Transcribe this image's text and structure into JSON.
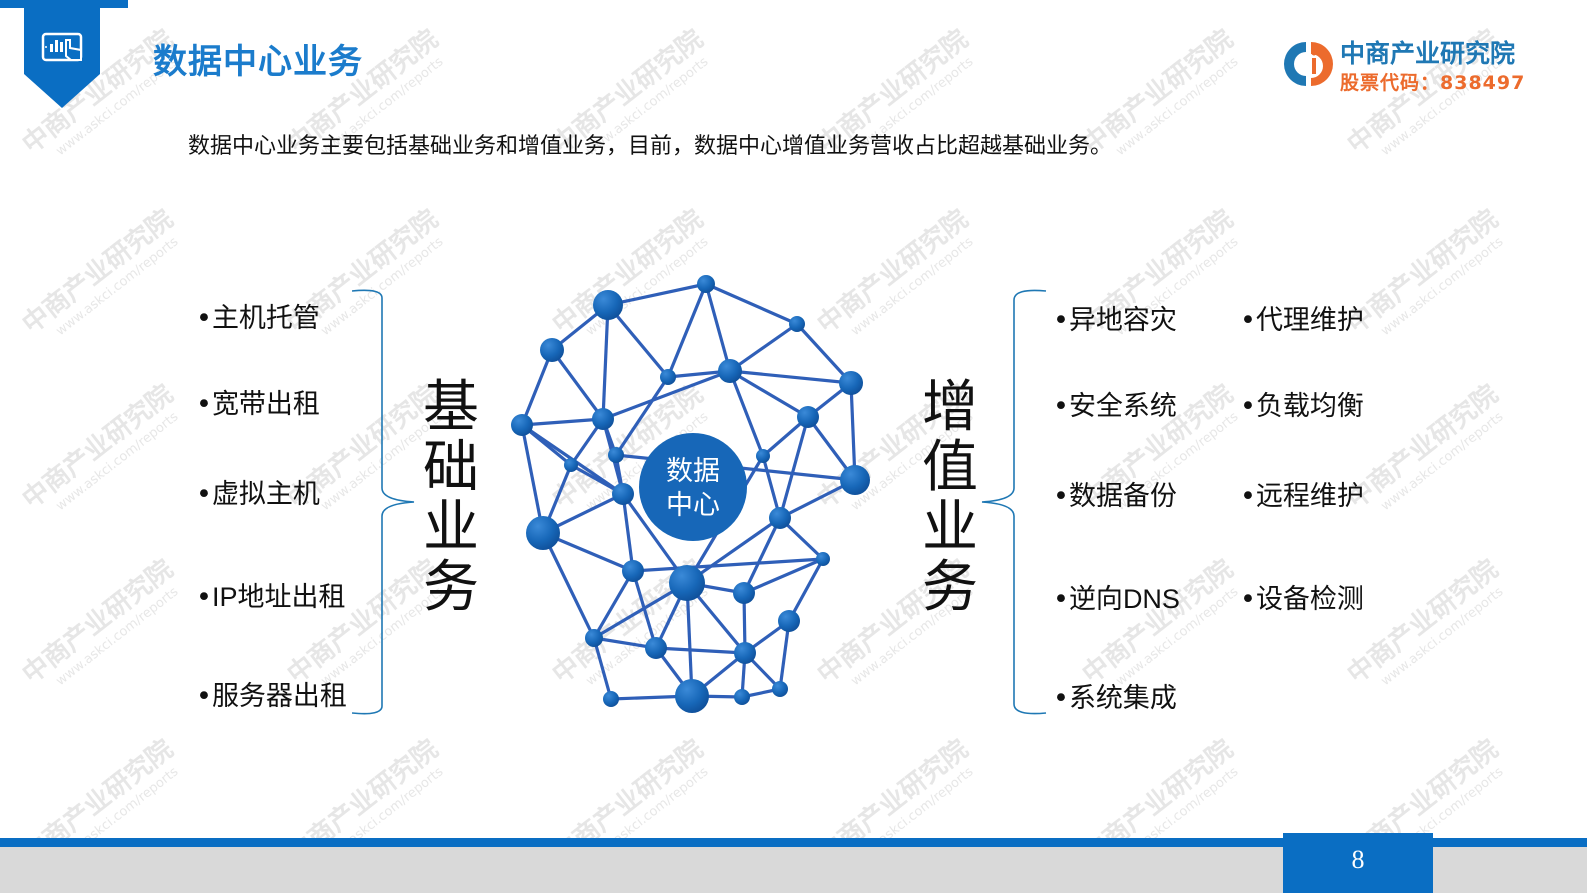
{
  "header": {
    "title": "数据中心业务",
    "icon": "tablet-chart-touch-icon"
  },
  "logo": {
    "name": "中商产业研究院",
    "stock_code": "股票代码：838497",
    "colors": {
      "blue": "#1f78b4",
      "orange": "#ec6b2d"
    }
  },
  "intro": "数据中心业务主要包括基础业务和增值业务，目前，数据中心增值业务营收占比超越基础业务。",
  "basic": {
    "label_chars": [
      "基",
      "础",
      "业",
      "务"
    ],
    "items": [
      {
        "bullet": "•",
        "text": "主机托管"
      },
      {
        "bullet": "•",
        "text": "宽带出租"
      },
      {
        "bullet": "•",
        "text": "虚拟主机"
      },
      {
        "bullet": "•",
        "latin": "IP",
        "text": "地址出租"
      },
      {
        "bullet": "•",
        "text": "服务器出租"
      }
    ]
  },
  "center": {
    "line1": "数据",
    "line2": "中心"
  },
  "value_added": {
    "label_chars": [
      "增",
      "值",
      "业",
      "务"
    ],
    "col1": [
      {
        "bullet": "•",
        "text": "异地容灾"
      },
      {
        "bullet": "•",
        "text": "安全系统"
      },
      {
        "bullet": "•",
        "text": "数据备份"
      },
      {
        "bullet": "•",
        "text": "逆向",
        "latin": "DNS"
      },
      {
        "bullet": "•",
        "text": "系统集成"
      }
    ],
    "col2": [
      {
        "bullet": "•",
        "text": "代理维护"
      },
      {
        "bullet": "•",
        "text": "负载均衡"
      },
      {
        "bullet": "•",
        "text": "远程维护"
      },
      {
        "bullet": "•",
        "text": "设备检测"
      }
    ]
  },
  "footer": {
    "page_number": "8"
  },
  "watermark": {
    "cn": "中商产业研究院",
    "url": "www.askci.com/reports"
  },
  "colors": {
    "accent": "#0a6ec3",
    "title": "#1b7ccc",
    "node": "#1767b8",
    "edge": "#2f5fb8",
    "footer_grey": "#d9d9d9"
  }
}
